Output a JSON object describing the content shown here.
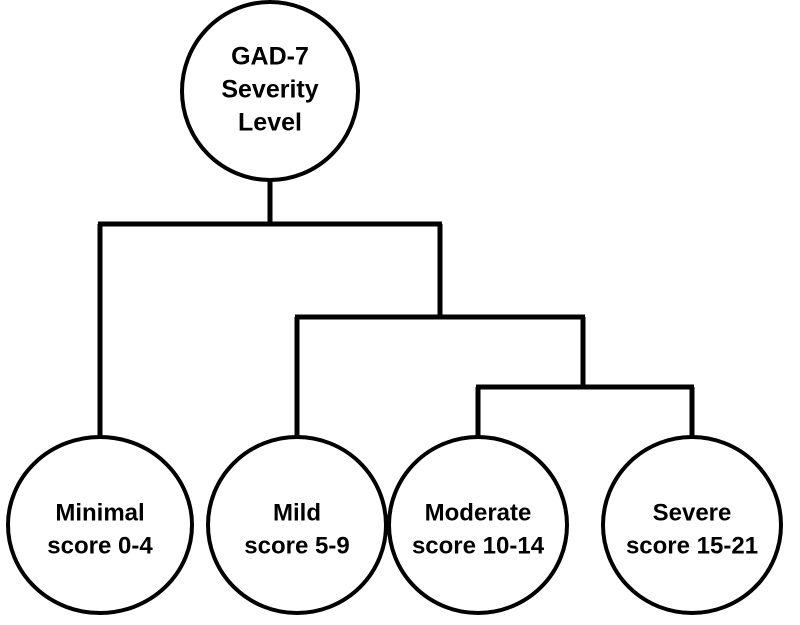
{
  "diagram": {
    "type": "hierarchy-tree",
    "title": "GAD-7 Severity Level",
    "orientation": "top-down",
    "colors": {
      "background": "#ffffff",
      "stroke": "#000000",
      "node_fill": "#ffffff",
      "text": "#000000"
    },
    "root": {
      "id": "root",
      "label_lines": [
        "GAD-7",
        "Severity",
        "Level"
      ],
      "line1": "GAD-7",
      "line2": "Severity",
      "line3": "Level",
      "shape": "ellipse"
    },
    "leaves": [
      {
        "id": "minimal",
        "name": "Minimal",
        "score": "score 0-4",
        "score_min": 0,
        "score_max": 4,
        "shape": "ellipse"
      },
      {
        "id": "mild",
        "name": "Mild",
        "score": "score 5-9",
        "score_min": 5,
        "score_max": 9,
        "shape": "ellipse"
      },
      {
        "id": "moderate",
        "name": "Moderate",
        "score": "score 10-14",
        "score_min": 10,
        "score_max": 14,
        "shape": "ellipse"
      },
      {
        "id": "severe",
        "name": "Severe",
        "score": "score 15-21",
        "score_min": 15,
        "score_max": 21,
        "shape": "ellipse"
      }
    ],
    "edges": [
      {
        "from": "root",
        "to": "minimal"
      },
      {
        "from": "root",
        "to": "mild"
      },
      {
        "from": "root",
        "to": "moderate"
      },
      {
        "from": "root",
        "to": "severe"
      }
    ]
  }
}
